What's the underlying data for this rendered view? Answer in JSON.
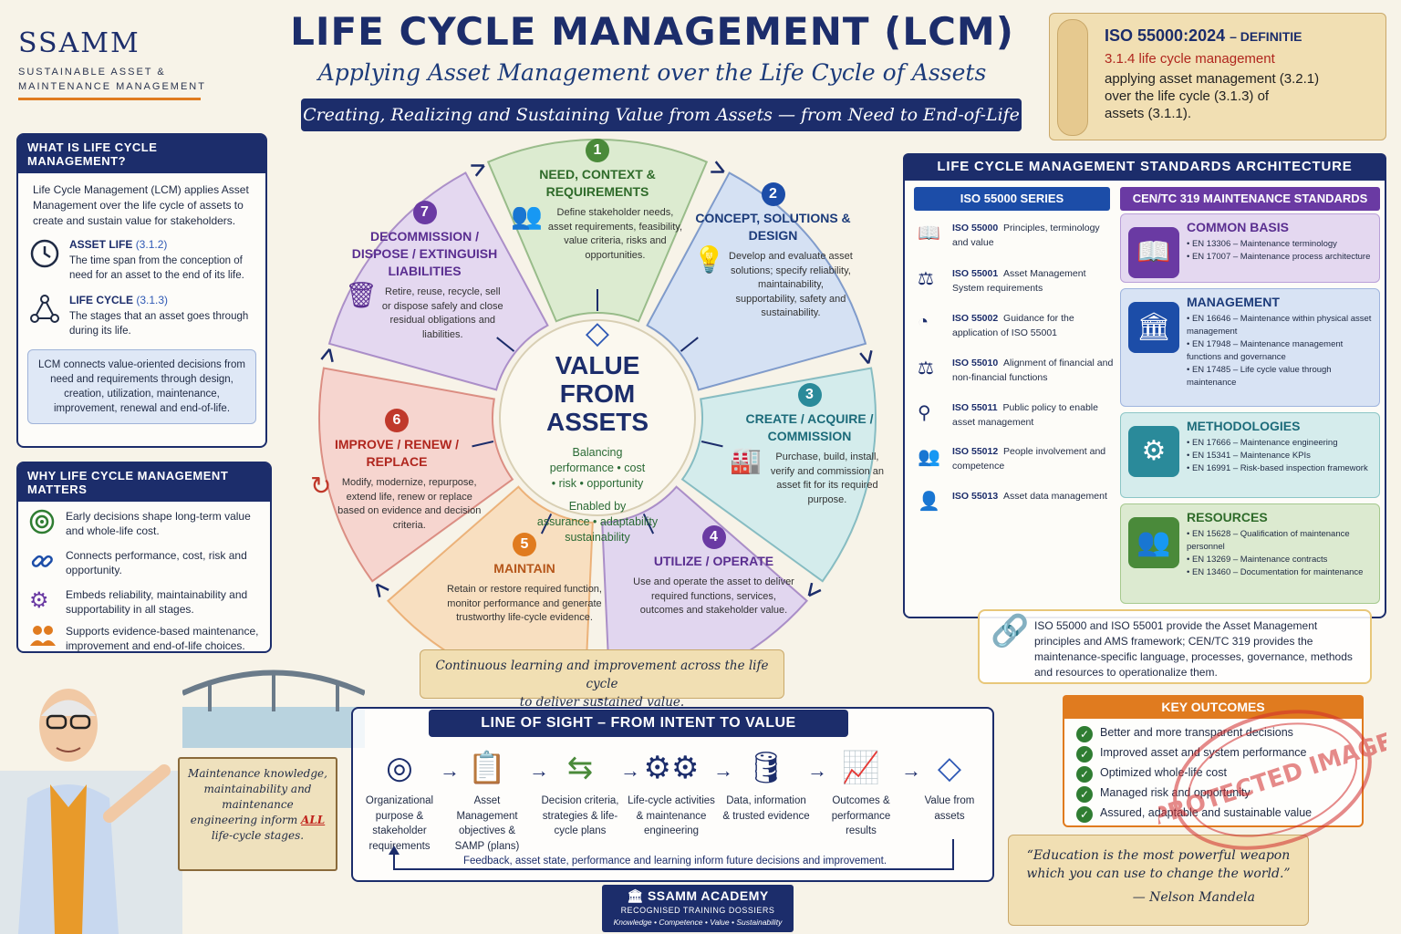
{
  "logo": {
    "brand": "SSAMM",
    "tagline1": "SUSTAINABLE ASSET &",
    "tagline2": "MAINTENANCE MANAGEMENT"
  },
  "header": {
    "title": "LIFE CYCLE MANAGEMENT (LCM)",
    "subtitle": "Applying Asset Management over the Life Cycle of Assets",
    "banner": "Creating, Realizing and Sustaining Value from Assets — from Need to End-of-Life"
  },
  "iso_definition": {
    "heading": "ISO 55000:2024",
    "heading_suffix": "– DEFINITIE",
    "term": "3.1.4  life cycle management",
    "line1": "applying asset management (3.2.1)",
    "line2": "over the life cycle (3.1.3) of",
    "line3": "assets (3.1.1)."
  },
  "what": {
    "heading": "WHAT IS LIFE CYCLE MANAGEMENT?",
    "intro": "Life Cycle Management (LCM) applies Asset Management over the life cycle of assets to create and sustain value for stakeholders.",
    "asset_life_title": "ASSET LIFE",
    "asset_life_ref": "(3.1.2)",
    "asset_life_desc": "The time span from the conception of need for an asset to the end of its life.",
    "life_cycle_title": "LIFE CYCLE",
    "life_cycle_ref": "(3.1.3)",
    "life_cycle_desc": "The stages that an asset goes through during its life.",
    "note": "LCM connects value-oriented decisions from need and requirements through design, creation, utilization, maintenance, improvement, renewal and end-of-life."
  },
  "why": {
    "heading": "WHY LIFE CYCLE MANAGEMENT MATTERS",
    "items": [
      "Early decisions shape long-term value and whole-life cost.",
      "Connects performance, cost, risk and opportunity.",
      "Embeds reliability, maintainability and supportability in all stages.",
      "Supports evidence-based maintenance, improvement and end-of-life choices."
    ]
  },
  "signpost": {
    "part1": "Maintenance knowledge, maintainability and maintenance engineering inform ",
    "all": "ALL",
    "part2": " life-cycle stages."
  },
  "cycle": {
    "center_title1": "VALUE",
    "center_title2": "FROM",
    "center_title3": "ASSETS",
    "balancing": "Balancing",
    "balance_line1": "performance  •  cost",
    "balance_line2": "•  risk  •  opportunity",
    "enabled": "Enabled by",
    "enabled_line1": "assurance  •  adaptability",
    "enabled_line2": "sustainability",
    "stages": [
      {
        "num": "1",
        "title": "NEED, CONTEXT & REQUIREMENTS",
        "desc": "Define stakeholder needs, asset requirements, feasibility, value criteria, risks and opportunities.",
        "color": "#4a8a3a"
      },
      {
        "num": "2",
        "title": "CONCEPT, SOLUTIONS & DESIGN",
        "desc": "Develop and evaluate asset solutions; specify reliability, maintainability, supportability, safety and sustainability.",
        "color": "#1c4da8"
      },
      {
        "num": "3",
        "title": "CREATE / ACQUIRE / COMMISSION",
        "desc": "Purchase, build, install, verify and commission an asset fit for its required purpose.",
        "color": "#2a8a9a"
      },
      {
        "num": "4",
        "title": "UTILIZE / OPERATE",
        "desc": "Use and operate the asset to deliver required functions, services, outcomes and stakeholder value.",
        "color": "#6a3aa3"
      },
      {
        "num": "5",
        "title": "MAINTAIN",
        "desc": "Retain or restore required function, monitor performance and generate trustworthy life-cycle evidence.",
        "color": "#e07b1f"
      },
      {
        "num": "6",
        "title": "IMPROVE / RENEW / REPLACE",
        "desc": "Modify, modernize, repurpose, extend life, renew or replace based on evidence and decision criteria.",
        "color": "#c0392b"
      },
      {
        "num": "7",
        "title": "DECOMMISSION / DISPOSE / EXTINGUISH LIABILITIES",
        "desc": "Retire, reuse, recycle, sell or dispose safely and close residual obligations and liabilities.",
        "color": "#6a3aa3"
      }
    ],
    "learning_line1": "Continuous learning and improvement across the life cycle",
    "learning_line2": "to deliver sustained value."
  },
  "line_of_sight": {
    "heading": "LINE OF SIGHT – FROM INTENT TO VALUE",
    "steps": [
      "Organizational purpose & stakeholder requirements",
      "Asset Management objectives & SAMP (plans)",
      "Decision criteria, strategies & life-cycle plans",
      "Life-cycle activities & maintenance engineering",
      "Data, information & trusted evidence",
      "Outcomes & performance results",
      "Value from assets"
    ],
    "feedback": "Feedback, asset state, performance and learning inform future decisions and improvement."
  },
  "academy": {
    "name": "SSAMM ACADEMY",
    "sub": "RECOGNISED TRAINING DOSSIERS",
    "motto": "Knowledge • Competence • Value • Sustainability"
  },
  "standards": {
    "heading": "LIFE CYCLE MANAGEMENT STANDARDS ARCHITECTURE",
    "iso_heading": "ISO 55000 SERIES",
    "iso": [
      {
        "code": "ISO 55000",
        "desc": "Principles, terminology and value"
      },
      {
        "code": "ISO 55001",
        "desc": "Asset Management System requirements"
      },
      {
        "code": "ISO 55002",
        "desc": "Guidance for the application of ISO 55001"
      },
      {
        "code": "ISO 55010",
        "desc": "Alignment of financial and non-financial functions"
      },
      {
        "code": "ISO 55011",
        "desc": "Public policy to enable asset management"
      },
      {
        "code": "ISO 55012",
        "desc": "People involvement and competence"
      },
      {
        "code": "ISO 55013",
        "desc": "Asset data management"
      }
    ],
    "cen_heading": "CEN/TC 319 MAINTENANCE STANDARDS",
    "cen": [
      {
        "title": "COMMON BASIS",
        "items": [
          "EN 13306 – Maintenance terminology",
          "EN 17007 – Maintenance process architecture"
        ]
      },
      {
        "title": "MANAGEMENT",
        "items": [
          "EN 16646 – Maintenance within physical asset management",
          "EN 17948 – Maintenance management functions and governance",
          "EN 17485 – Life cycle value through maintenance"
        ]
      },
      {
        "title": "METHODOLOGIES",
        "items": [
          "EN 17666 – Maintenance engineering",
          "EN 15341 – Maintenance KPIs",
          "EN 16991 – Risk-based inspection framework"
        ]
      },
      {
        "title": "RESOURCES",
        "items": [
          "EN 15628 – Qualification of maintenance personnel",
          "EN 13269 – Maintenance contracts",
          "EN 13460 – Documentation for maintenance"
        ]
      }
    ],
    "note": "ISO 55000 and ISO 55001 provide the Asset Management principles and AMS framework; CEN/TC 319 provides the maintenance-specific language, processes, governance, methods and resources to operationalize them."
  },
  "outcomes": {
    "heading": "KEY OUTCOMES",
    "items": [
      "Better and more transparent decisions",
      "Improved asset and system performance",
      "Optimized whole-life cost",
      "Managed risk and opportunity",
      "Assured, adaptable and sustainable value"
    ]
  },
  "quote": {
    "text": "“Education is the most powerful weapon which you can use to change the world.”",
    "author": "— Nelson Mandela"
  },
  "stamp": {
    "text": "PROTECTED IMAGE"
  }
}
